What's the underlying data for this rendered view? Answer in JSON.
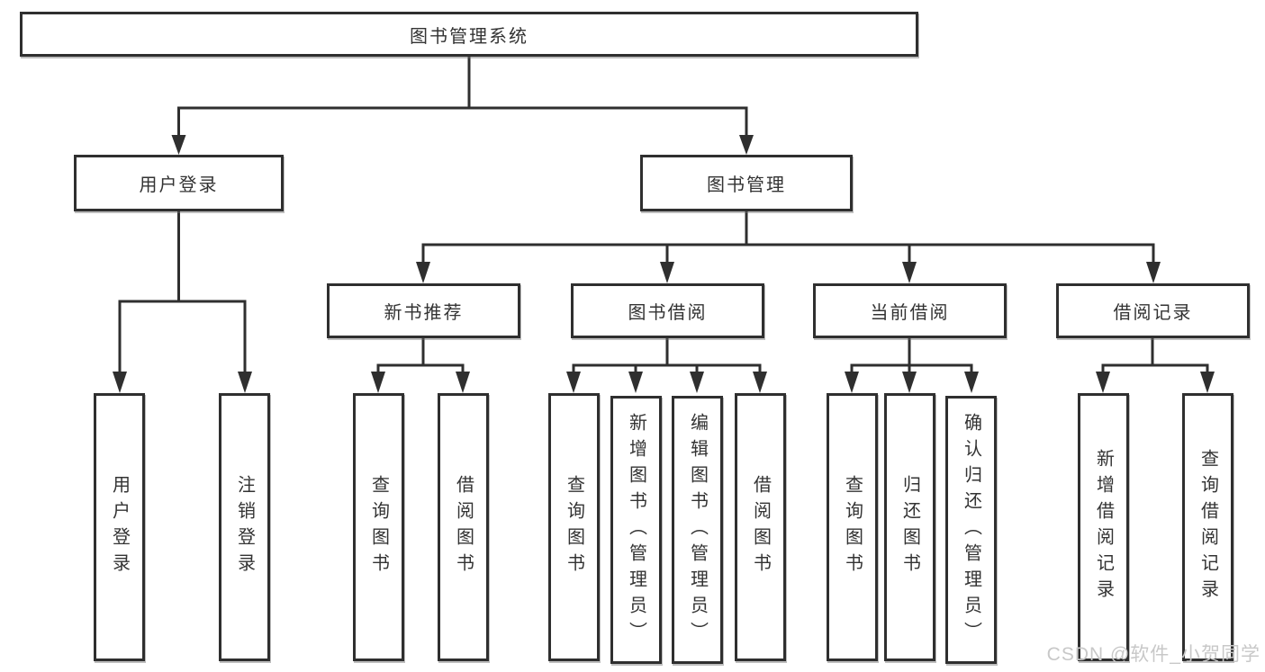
{
  "diagram_title": "图书管理系统",
  "nodes": {
    "root": "图书管理系统",
    "user_login": "用户登录",
    "book_management": "图书管理",
    "new_book_recommendation": "新书推荐",
    "book_borrowing": "图书借阅",
    "current_borrowing": "当前借阅",
    "borrowing_records": "借阅记录",
    "leaf_user_login": "用户登录",
    "leaf_logout": "注销登录",
    "leaf_rec_query_books": "查询图书",
    "leaf_rec_borrow_books": "借阅图书",
    "leaf_bor_query_books": "查询图书",
    "leaf_bor_add_books_admin": "新增图书（管理员）",
    "leaf_bor_edit_books_admin": "编辑图书（管理员）",
    "leaf_bor_borrow_books": "借阅图书",
    "leaf_cur_query_books": "查询图书",
    "leaf_cur_return_books": "归还图书",
    "leaf_cur_confirm_return_admin": "确认归还（管理员）",
    "leaf_recd_add_record": "新增借阅记录",
    "leaf_recd_query_record": "查询借阅记录"
  },
  "edges": [
    [
      "图书管理系统",
      "用户登录"
    ],
    [
      "图书管理系统",
      "图书管理"
    ],
    [
      "用户登录",
      "用户登录"
    ],
    [
      "用户登录",
      "注销登录"
    ],
    [
      "图书管理",
      "新书推荐"
    ],
    [
      "图书管理",
      "图书借阅"
    ],
    [
      "图书管理",
      "当前借阅"
    ],
    [
      "图书管理",
      "借阅记录"
    ],
    [
      "新书推荐",
      "查询图书"
    ],
    [
      "新书推荐",
      "借阅图书"
    ],
    [
      "图书借阅",
      "查询图书"
    ],
    [
      "图书借阅",
      "新增图书（管理员）"
    ],
    [
      "图书借阅",
      "编辑图书（管理员）"
    ],
    [
      "图书借阅",
      "借阅图书"
    ],
    [
      "当前借阅",
      "查询图书"
    ],
    [
      "当前借阅",
      "归还图书"
    ],
    [
      "当前借阅",
      "确认归还（管理员）"
    ],
    [
      "借阅记录",
      "新增借阅记录"
    ],
    [
      "借阅记录",
      "查询借阅记录"
    ]
  ],
  "watermark": "CSDN @软件_小贺同学",
  "colors": {
    "line": "#2f2f2f",
    "text": "#333333",
    "watermark": "#c8c8c8",
    "background": "#ffffff"
  }
}
